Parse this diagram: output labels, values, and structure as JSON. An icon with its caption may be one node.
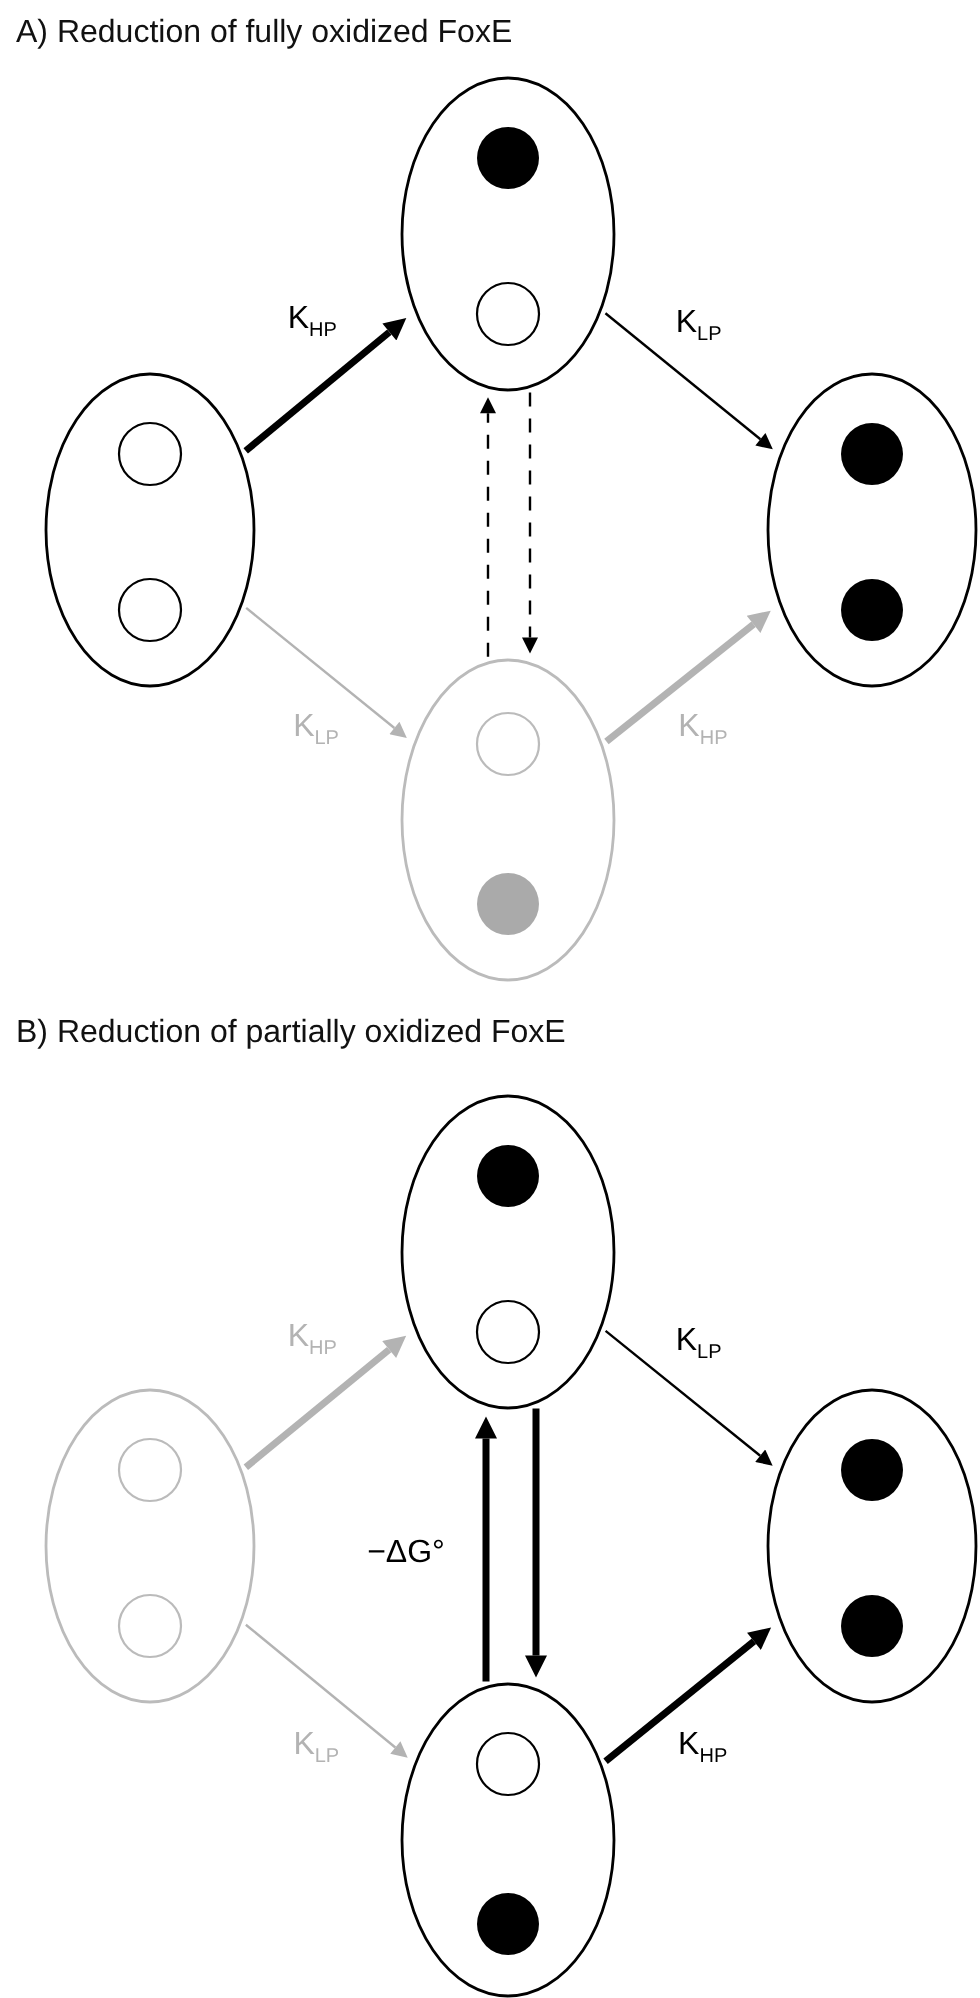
{
  "diagram": {
    "nodes": [
      {
        "text": [],
        "shape": "ellipse"
      },
      {
        "text": [],
        "shape": "ellipse"
      },
      {
        "text": [],
        "shape": "ellipse"
      },
      {
        "text": [],
        "shape": "ellipse"
      },
      {
        "text": [],
        "shape": "ellipse"
      },
      {
        "text": [],
        "shape": "ellipse"
      },
      {
        "text": [],
        "shape": "ellipse"
      },
      {
        "text": [],
        "shape": "ellipse"
      }
    ],
    "edges": [
      {
        "from": 0,
        "to": 1,
        "arrow": "to",
        "style": "thick",
        "label": "K$_{HP}$"
      },
      {
        "from": 1,
        "to": 2,
        "arrow": "to",
        "label": "K$_{LP}$"
      },
      {
        "from": 0,
        "to": 3,
        "arrow": "to",
        "color": "#b3b3b3",
        "label": "K$_{LP}$"
      },
      {
        "from": 3,
        "to": 2,
        "arrow": "to",
        "style": "thick",
        "color": "#b3b3b3",
        "label": "K$_{HP}$"
      },
      {
        "from": 3,
        "to": 1,
        "arrow": "to",
        "style": "dashed"
      },
      {
        "from": 1,
        "to": 3,
        "arrow": "to",
        "style": "dashed"
      },
      {
        "from": 4,
        "to": 5,
        "arrow": "to",
        "style": "thick",
        "color": "#b3b3b3",
        "label": "K$_{HP}$"
      },
      {
        "from": 5,
        "to": 6,
        "arrow": "to",
        "label": "K$_{LP}$"
      },
      {
        "from": 4,
        "to": 7,
        "arrow": "to",
        "color": "#b3b3b3",
        "label": "K$_{LP}$"
      },
      {
        "from": 7,
        "to": 6,
        "arrow": "to",
        "style": "thick",
        "label": "K$_{HP}$"
      },
      {
        "from": 7,
        "to": 5,
        "arrow": "to",
        "style": "thick",
        "label": "−ΔG°"
      },
      {
        "from": 5,
        "to": 7,
        "arrow": "to",
        "style": "thick"
      }
    ],
    "labels": [
      "A) Reduction of fully oxidized FoxE",
      "B) Reduction of partially oxidized FoxE"
    ]
  }
}
